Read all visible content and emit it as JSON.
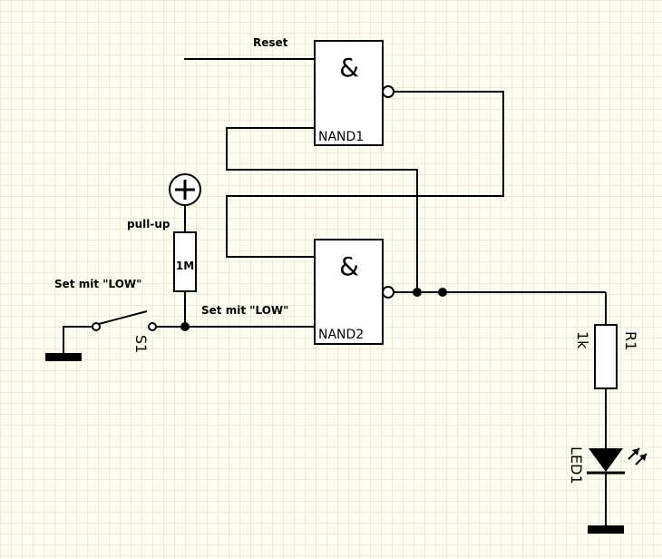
{
  "diagram": {
    "gates": {
      "nand1": {
        "symbol": "&",
        "name": "NAND1"
      },
      "nand2": {
        "symbol": "&",
        "name": "NAND2"
      }
    },
    "labels": {
      "reset": "Reset",
      "pullup": "pull-up",
      "set_low_left": "Set mit \"LOW\"",
      "set_low_mid": "Set mit \"LOW\""
    },
    "components": {
      "switch": {
        "name": "S1"
      },
      "pullup_resistor": {
        "value": "1M"
      },
      "led_resistor": {
        "name": "R1",
        "value": "1k"
      },
      "led": {
        "name": "LED1"
      },
      "supply": {
        "symbol": "+"
      }
    }
  }
}
